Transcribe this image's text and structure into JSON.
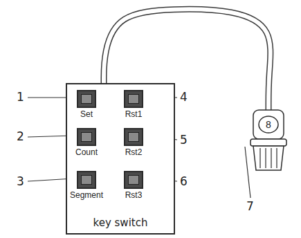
{
  "diagram": {
    "nodes": [
      {
        "text": [
          "key switch"
        ]
      },
      {
        "text": [
          "Set"
        ],
        "in": 0
      },
      {
        "text": [
          "Rst1"
        ],
        "in": 0
      },
      {
        "text": [
          "Count"
        ],
        "in": 0
      },
      {
        "text": [
          "Rst2"
        ],
        "in": 0
      },
      {
        "text": [
          "Segment"
        ],
        "in": 0
      },
      {
        "text": [
          "Rst3"
        ],
        "in": 0
      },
      {
        "text": [
          "8"
        ]
      }
    ],
    "edges": [
      {
        "from": 0,
        "to": 7,
        "arrow": "none"
      }
    ],
    "labels": [
      "1",
      "4",
      "2",
      "5",
      "3",
      "6",
      "7"
    ]
  }
}
